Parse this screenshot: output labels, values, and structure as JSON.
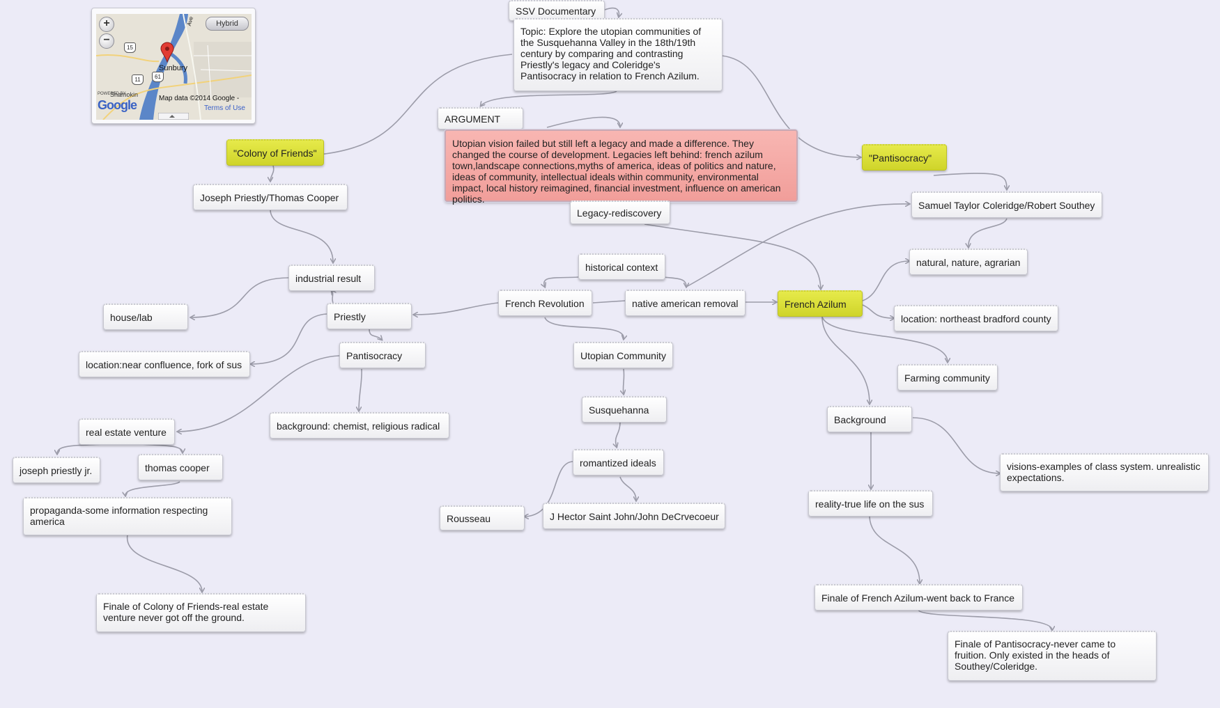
{
  "map": {
    "zoom_in": "+",
    "zoom_out": "−",
    "hybrid_label": "Hybrid",
    "city_label": "Sunbury",
    "town_label": "Shamokin",
    "powered_label": "POWERED BY",
    "google_logo": "Google",
    "credit": "Map data ©2014  Google -",
    "terms": "Terms of Use",
    "route_15": "15",
    "route_11": "11",
    "route_61": "61",
    "road_label": "Ave",
    "colors": {
      "water": "#5b86c8",
      "land": "#e7e3d8",
      "pin": "#e23c33"
    }
  },
  "nodes": {
    "ssv_documentary": "SSV Documentary",
    "topic": "Topic: Explore the utopian communities of the Susquehanna Valley in the 18th/19th century by comparing and contrasting Priestly's legacy and Coleridge's Pantisocracy in relation to French Azilum.",
    "argument": "ARGUMENT",
    "argument_text": "Utopian vision failed but still left a legacy and made a difference. They changed the course of development. Legacies left behind: french azilum town,landscape connections,myths of america, ideas of politics and nature, ideas of community, intellectual ideals within community, environmental impact, local history reimagined, financial investment, influence on american politics.",
    "legacy_rediscovery": "Legacy-rediscovery",
    "colony_of_friends": "\"Colony of Friends\"",
    "joseph_priestly_thomas_cooper": "Joseph Priestly/Thomas Cooper",
    "industrial_result": "industrial result",
    "house_lab": "house/lab",
    "priestly": "Priestly",
    "location_confluence": "location:near confluence, fork of sus",
    "pantisocracy_left": "Pantisocracy",
    "background_chemist": "background: chemist, religious radical",
    "real_estate_venture": "real estate venture",
    "joseph_priestly_jr": "joseph priestly jr.",
    "thomas_cooper": "thomas cooper",
    "propaganda": "propaganda-some information respecting america",
    "finale_colony": "Finale of Colony of Friends-real estate venture never got off the ground.",
    "historical_context": "historical context",
    "french_revolution": "French Revolution",
    "native_american_removal": "native american removal",
    "utopian_community": "Utopian Community",
    "susquehanna": "Susquehanna",
    "romantized_ideals": "romantized ideals",
    "rousseau": "Rousseau",
    "hector_saint_john": "J Hector Saint John/John DeCrvecoeur",
    "pantisocracy_quote": "\"Pantisocracy\"",
    "coleridge_southey": "Samuel Taylor Coleridge/Robert Southey",
    "natural_agrarian": "natural, nature, agrarian",
    "french_azilum": "French Azilum",
    "location_bradford": "location: northeast bradford county",
    "farming_community": "Farming community",
    "background_right": "Background",
    "visions_class": "visions-examples of class system. unrealistic expectations.",
    "reality_true_life": "reality-true life on the sus",
    "finale_azilum": "Finale of French Azilum-went back to France",
    "finale_pantisocracy": "Finale of Pantisocracy-never came to fruition. Only existed in the heads of Southey/Coleridge."
  },
  "colors": {
    "background": "#ecebf7",
    "highlight_yellow": "#dce03a",
    "argument_pink": "#f5aaa6",
    "connector": "#9c9ca9"
  }
}
